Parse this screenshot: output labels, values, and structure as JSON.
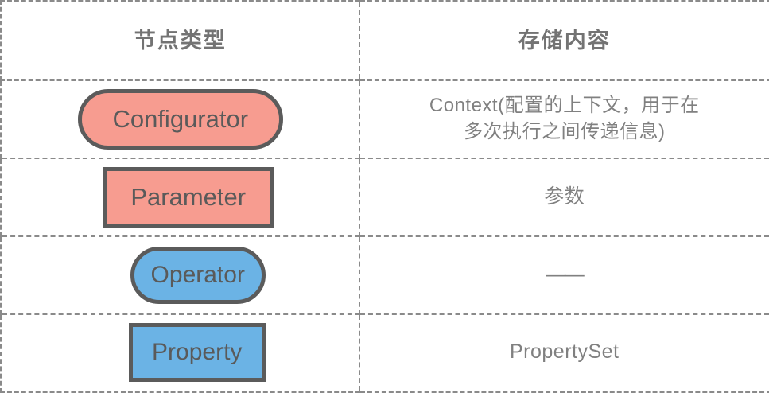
{
  "table": {
    "columns": [
      {
        "key": "node_type",
        "header": "节点类型"
      },
      {
        "key": "storage_content",
        "header": "存储内容"
      }
    ],
    "rows": [
      {
        "shape_label": "Configurator",
        "shape_kind": "rounded-pill",
        "shape_fill": "#f79c90",
        "shape_stroke": "#5b5b5b",
        "content_line1": "Context(配置的上下文，用于在",
        "content_line2": "多次执行之间传递信息)"
      },
      {
        "shape_label": "Parameter",
        "shape_kind": "rectangle",
        "shape_fill": "#f79c90",
        "shape_stroke": "#5b5b5b",
        "content_line1": "参数",
        "content_line2": ""
      },
      {
        "shape_label": "Operator",
        "shape_kind": "rounded-pill",
        "shape_fill": "#6bb3e5",
        "shape_stroke": "#5b5b5b",
        "content_line1": "——",
        "content_line2": ""
      },
      {
        "shape_label": "Property",
        "shape_kind": "rectangle",
        "shape_fill": "#6bb3e5",
        "shape_stroke": "#5b5b5b",
        "content_line1": "PropertySet",
        "content_line2": ""
      }
    ]
  },
  "style": {
    "background": "#ffffff",
    "border_color": "#8a8a8a",
    "header_text_color": "#737373",
    "body_text_color": "#808080",
    "shape_text_color": "#5a5a5a",
    "accent_salmon": "#f79c90",
    "accent_blue": "#6bb3e5"
  }
}
